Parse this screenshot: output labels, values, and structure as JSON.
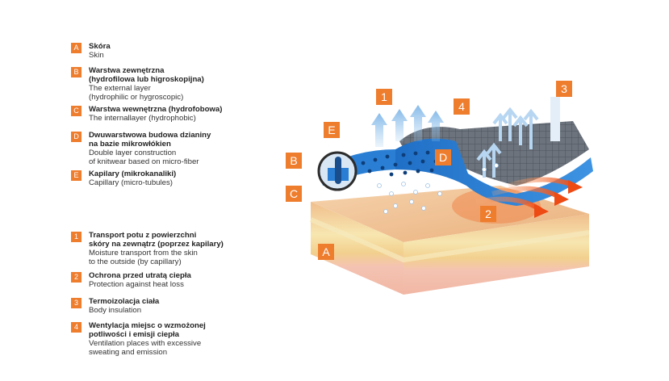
{
  "legend_layers": [
    {
      "key": "A",
      "pl": "Skóra",
      "en": "Skin"
    },
    {
      "key": "B",
      "pl": "Warstwa zewnętrzna\n(hydrofilowa lub higroskopijna)",
      "en": "The external layer\n(hydrophilic or hygroscopic)"
    },
    {
      "key": "C",
      "pl": "Warstwa wewnętrzna (hydrofobowa)",
      "en": "The internallayer (hydrophobic)"
    },
    {
      "key": "D",
      "pl": "Dwuwarstwowa budowa dzianiny\nna bazie mikrowłókien",
      "en": "Double layer construction\nof knitwear based on micro-fiber"
    },
    {
      "key": "E",
      "pl": "Kapilary (mikrokanaliki)",
      "en": "Capillary (micro-tubules)"
    }
  ],
  "legend_functions": [
    {
      "key": "1",
      "pl": "Transport potu z powierzchni\nskóry na zewnątrz (poprzez kapilary)",
      "en": "Moisture transport from the skin\nto the outside (by capillary)"
    },
    {
      "key": "2",
      "pl": "Ochrona przed utratą ciepła",
      "en": "Protection against heat loss"
    },
    {
      "key": "3",
      "pl": "Termoizolacja ciała",
      "en": "Body insulation"
    },
    {
      "key": "4",
      "pl": "Wentylacja miejsc o wzmożonej\npotliwości i emisji ciepła",
      "en": "Ventilation places with excessive\nsweating and emission"
    }
  ],
  "diagram_labels": {
    "a": "A",
    "b": "B",
    "c": "C",
    "d": "D",
    "e": "E",
    "n1": "1",
    "n2": "2",
    "n3": "3",
    "n4": "4"
  },
  "colors": {
    "accent": "#ee7d2e",
    "skin": "#f3c9a0",
    "fabric_blue": "#2a7fd4",
    "fabric_gray": "#6c737c",
    "heat": "#ee5a1f"
  }
}
